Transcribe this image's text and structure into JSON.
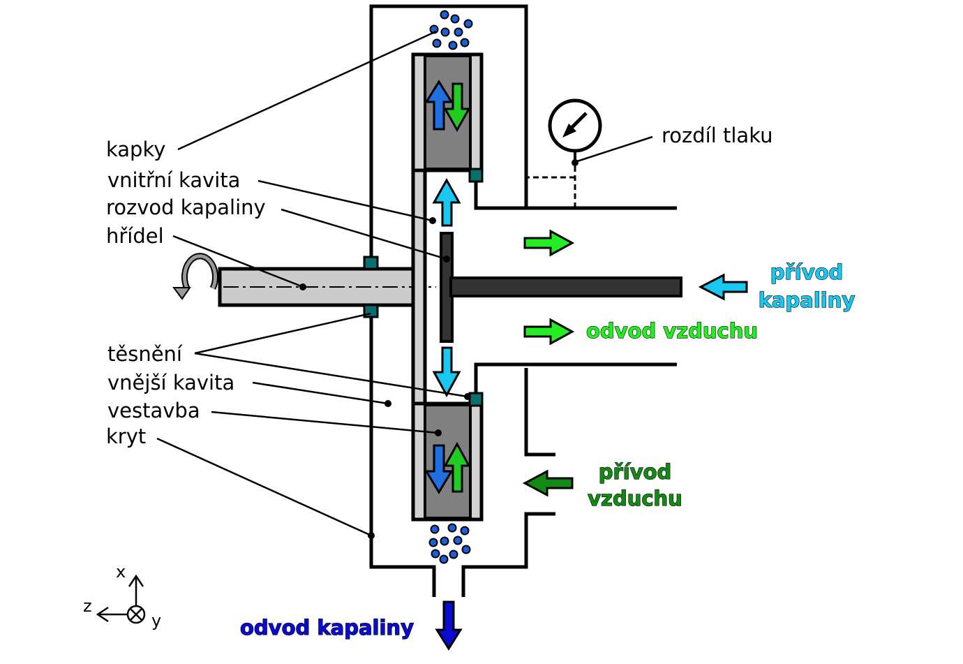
{
  "labels": {
    "kapky": "kapky",
    "vnitrni_kavita": "vnitřní kavita",
    "rozvod_kapaliny": "rozvod kapaliny",
    "hridel": "hřídel",
    "tesneni": "těsnění",
    "vnejsi_kavita": "vnější kavita",
    "vestavba": "vestavba",
    "kryt": "kryt",
    "rozdil_tlaku": "rozdíl tlaku"
  },
  "flows": {
    "privod_kapaliny_1": "přívod",
    "privod_kapaliny_2": "kapaliny",
    "odvod_vzduchu": "odvod vzduchu",
    "privod_vzduchu_1": "přívod",
    "privod_vzduchu_2": "vzduchu",
    "odvod_kapaliny": "odvod kapaliny"
  },
  "axes": {
    "x": "x",
    "y": "y",
    "z": "z"
  },
  "colors": {
    "liquid_in": "#19c8f0",
    "air_out": "#22ee22",
    "air_in": "#138a13",
    "liquid_out": "#0a0ad0",
    "seal": "#0b6e6e",
    "droplet": "#1f5fd6",
    "insert": "#808080",
    "shaft": "#cccccc",
    "distributor": "#333333",
    "cavity": "#d2d2d2"
  }
}
